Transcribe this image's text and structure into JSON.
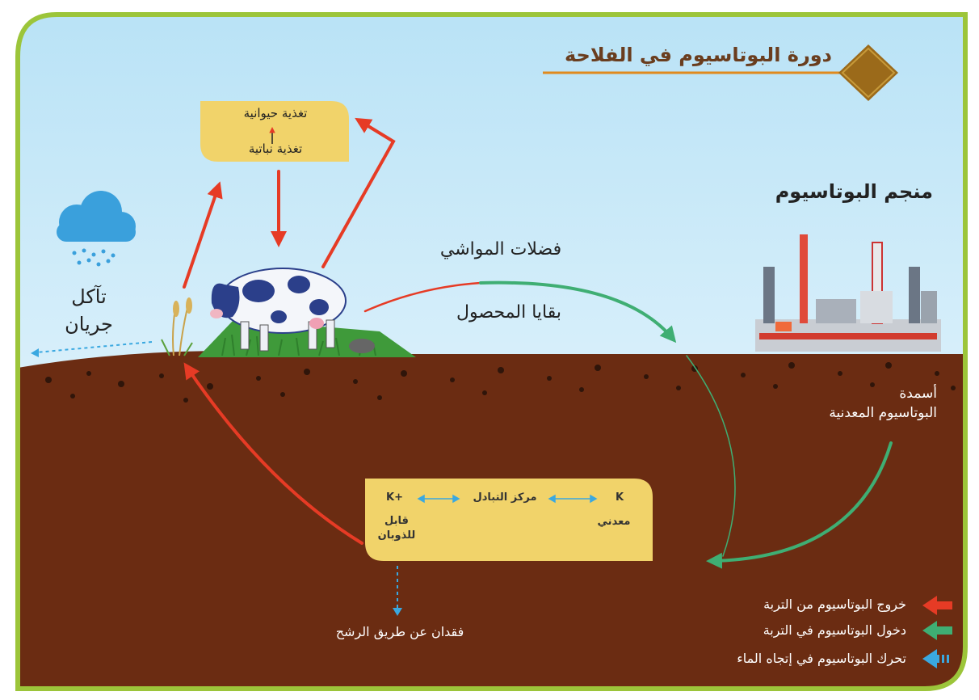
{
  "title": "دورة البوتاسيوم في الفلاحة",
  "labels": {
    "mine": "منجم البوتاسيوم",
    "livestock_manure": "فضلات المواشي",
    "crop_residue": "بقايا المحصول",
    "erosion": "تآكل",
    "runoff": "جريان",
    "fertilizer_line1": "أسمدة",
    "fertilizer_line2": "البوتاسيوم المعدنية",
    "leaching_loss": "فقدان عن طريق الرشح"
  },
  "nutrition_box": {
    "animal": "تغذية حيوانية",
    "plant": "تغذية نباتية"
  },
  "exchange_box": {
    "k_soluble": "K+",
    "center": "مركز التبادل",
    "k_mineral": "K",
    "soluble_line1": "قابل",
    "soluble_line2": "للذوبان",
    "mineral": "معدني"
  },
  "legend": [
    {
      "label": "خروج البوتاسيوم من التربة",
      "color": "#e63b25",
      "icon": "red-arrow-icon"
    },
    {
      "label": "دخول البوتاسيوم في التربة",
      "color": "#3fae73",
      "icon": "green-arrow-icon"
    },
    {
      "label": "تحرك البوتاسيوم في إتجاه الماء",
      "color": "#3aa8e0",
      "icon": "blue-arrow-icon"
    }
  ],
  "colors": {
    "frame": "#9cc53a",
    "soil": "#6b2c12",
    "sky_top": "#bfe6f8",
    "box_fill": "#f1d36a",
    "title_diamond": "#9b6a1a"
  }
}
